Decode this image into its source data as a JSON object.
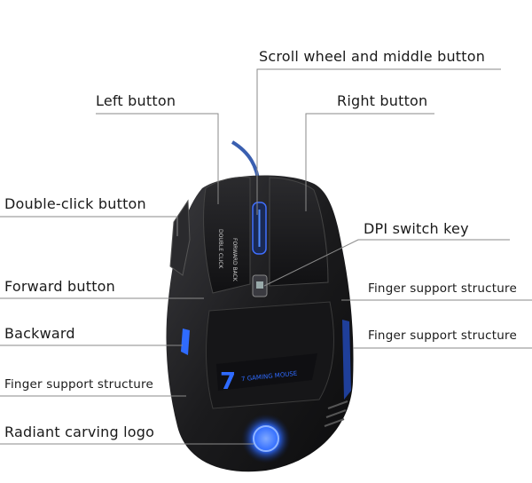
{
  "labels": {
    "scroll": "Scroll wheel and middle button",
    "left": "Left button",
    "right": "Right button",
    "double": "Double-click button",
    "dpi": "DPI switch key",
    "forward": "Forward button",
    "finger_r1": "Finger support structure",
    "backward": "Backward",
    "finger_r2": "Finger support structure",
    "finger_l": "Finger support structure",
    "logo": "Radiant carving logo"
  },
  "mouse": {
    "side_text_1": "DOUBLE CLICK",
    "side_text_2": "FORWARD BACK",
    "brand_text": "7 GAMING MOUSE"
  },
  "colors": {
    "body": "#1c1c1e",
    "accent_blue": "#2f6bff",
    "line": "#8a8a8a"
  }
}
